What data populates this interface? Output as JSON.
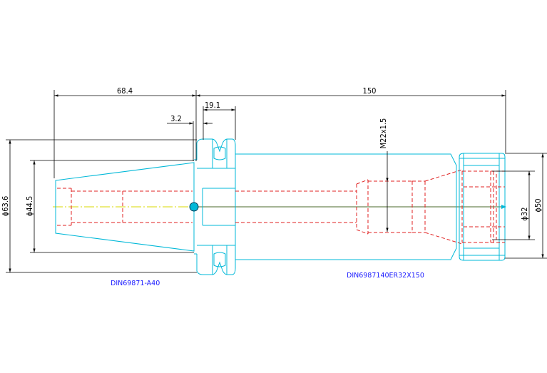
{
  "dimensions": {
    "len_taper": "68.4",
    "len_total": "150",
    "len_flange": "19.1",
    "len_gap": "3.2",
    "dia_flange": "ϕ63.6",
    "dia_taper": "ϕ44.5",
    "dia_collet": "ϕ50",
    "dia_bore": "ϕ32",
    "thread": "M22x1.5"
  },
  "labels": {
    "part_left": "DIN69871-A40",
    "part_right": "DIN6987140ER32X150"
  },
  "colors": {
    "outline": "#00b8d8",
    "hidden": "#e02020",
    "center": "#d8d800",
    "dimension": "#000000",
    "label": "#1a1aff"
  }
}
